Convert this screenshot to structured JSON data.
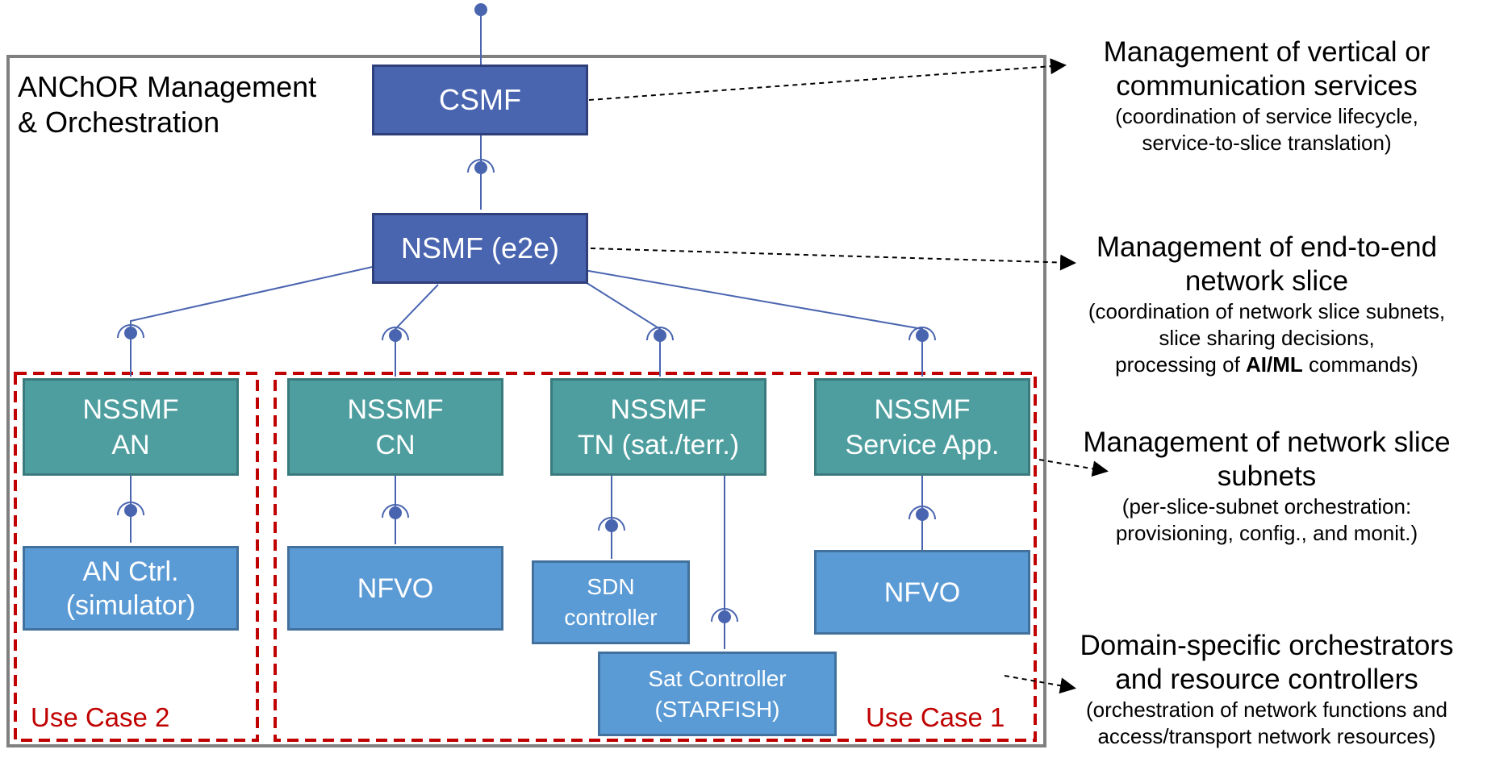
{
  "title_label": "ANChOR Management\n& Orchestration",
  "boxes": {
    "csmf": "CSMF",
    "nsmf": "NSMF (e2e)",
    "nssmf_an": "NSSMF\nAN",
    "nssmf_cn": "NSSMF\nCN",
    "nssmf_tn": "NSSMF\nTN (sat./terr.)",
    "nssmf_sa": "NSSMF\nService App.",
    "an_ctrl": "AN Ctrl.\n(simulator)",
    "nfvo_cn": "NFVO",
    "sdn": "SDN\ncontroller",
    "sat": "Sat Controller\n(STARFISH)",
    "nfvo_sa": "NFVO"
  },
  "use_cases": {
    "uc2": "Use Case 2",
    "uc1": "Use Case 1"
  },
  "annotations": [
    {
      "title": "Management of vertical or\ncommunication services",
      "sub": "(coordination of service lifecycle,\nservice-to-slice translation)"
    },
    {
      "title": "Management of end-to-end\nnetwork slice",
      "sub_line1": "(coordination of network slice subnets,",
      "sub_line2": "slice sharing decisions,",
      "sub_line3_pre": "processing of ",
      "sub_line3_bold": "AI/ML",
      "sub_line3_post": " commands)"
    },
    {
      "title": "Management of network slice\nsubnets",
      "sub": "(per-slice-subnet orchestration:\nprovisioning, config., and monit.)"
    },
    {
      "title": "Domain-specific orchestrators\nand resource controllers",
      "sub": "(orchestration of network functions and\naccess/transport network resources)"
    }
  ],
  "colors": {
    "dark_box": "#4a65b0",
    "teal_box": "#4e9ea0",
    "light_box": "#5b9bd5",
    "use_case_border": "#c00000",
    "connector": "#4a65b0",
    "frame": "#808080"
  }
}
